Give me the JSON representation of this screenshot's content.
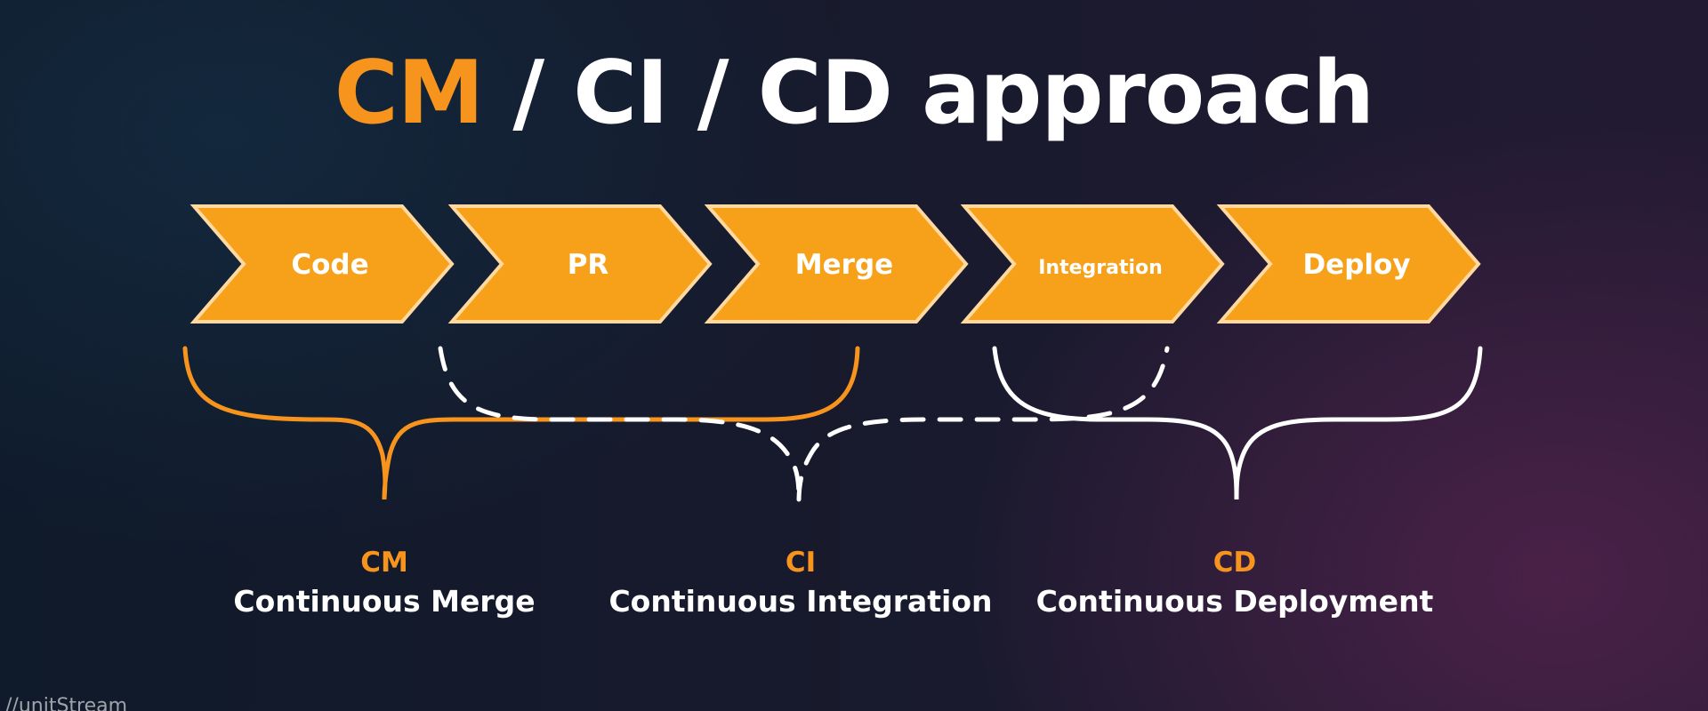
{
  "title": {
    "highlight": "CM",
    "separator_1": " / ",
    "middle": "CI",
    "separator_2": " / ",
    "rest": "CD approach"
  },
  "steps": [
    {
      "label": "Code"
    },
    {
      "label": "PR"
    },
    {
      "label": "Merge"
    },
    {
      "label": "Integration"
    },
    {
      "label": "Deploy"
    }
  ],
  "groups": [
    {
      "abbr": "CM",
      "name": "Continuous Merge",
      "color": "#f7941d",
      "style": "solid"
    },
    {
      "abbr": "CI",
      "name": "Continuous Integration",
      "color": "#ffffff",
      "style": "dashed"
    },
    {
      "abbr": "CD",
      "name": "Continuous Deployment",
      "color": "#ffffff",
      "style": "solid"
    }
  ],
  "colors": {
    "accent": "#f7941d",
    "chevron_fill": "#f7a11a",
    "chevron_border": "#ffd9a0",
    "text": "#ffffff"
  },
  "watermark": "//unitStream"
}
